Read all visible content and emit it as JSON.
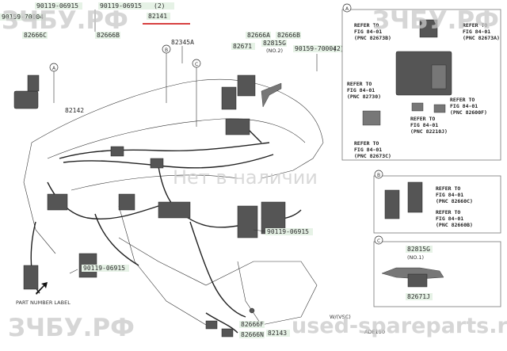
{
  "labels": {
    "p82141": "82141",
    "p82142": "82142",
    "p82345a": "82345A",
    "p82666a": "82666A",
    "p82666b": "82666B",
    "p82671": "82671",
    "p82815g": "82815G",
    "no2": "(NO.2)",
    "p90119_06915_top": "90119-06915",
    "p90119_06915_top_qty": "(2)",
    "p90159_70004": "90159-70004",
    "p90159_70004_qty": "(2)",
    "p90159_70004_left": "90159-70004",
    "p82666c": "82666C",
    "p82666b_left": "82666B",
    "p90119_06915_mid": "90119-06915",
    "p90119_06915_low": "90119-06915",
    "part_number_label": "PART NUMBER LABEL",
    "p82666f": "82666F",
    "p82666n": "82666N",
    "p82143": "82143",
    "p90119_top_left": "90119-06915",
    "insert_b_82815g": "82815G",
    "insert_b_no1": "(NO.1)",
    "insert_b_82671j": "82671J",
    "circle_a": "A",
    "circle_b": "B",
    "circle_c": "C",
    "note_wvsc": "W/(VSC)",
    "note_bottom": "ADE150"
  },
  "refs": [
    {
      "line1": "REFER TO",
      "line2": "FIG 84-01",
      "line3": "(PNC 82673B)"
    },
    {
      "line1": "REFER TO",
      "line2": "FIG 84-01",
      "line3": "(PNC 82673A)"
    },
    {
      "line1": "REFER TO",
      "line2": "FIG 84-01",
      "line3": "(PNC 82730)"
    },
    {
      "line1": "REFER TO",
      "line2": "FIG 84-01",
      "line3": "(PNC 82600F)"
    },
    {
      "line1": "REFER TO",
      "line2": "FIG 84-01",
      "line3": "(PNC 82210J)"
    },
    {
      "line1": "REFER TO",
      "line2": "FIG 84-01",
      "line3": "(PNC 82673C)"
    },
    {
      "line1": "REFER TO",
      "line2": "FIG 84-01",
      "line3": "(PNC 82660C)"
    },
    {
      "line1": "REFER TO",
      "line2": "FIG 84-01",
      "line3": "(PNC 82660B)"
    }
  ],
  "watermarks": {
    "top_left": "ЗЧБУ.РФ",
    "top_right": "ЗЧБУ.РФ",
    "bottom_left": "ЗЧБУ.РФ",
    "bottom_right": "used-spareparts.ru",
    "center": "Нет в наличии"
  },
  "colors": {
    "label_bg": "#e6f2e6",
    "highlight": "#cc0000"
  }
}
